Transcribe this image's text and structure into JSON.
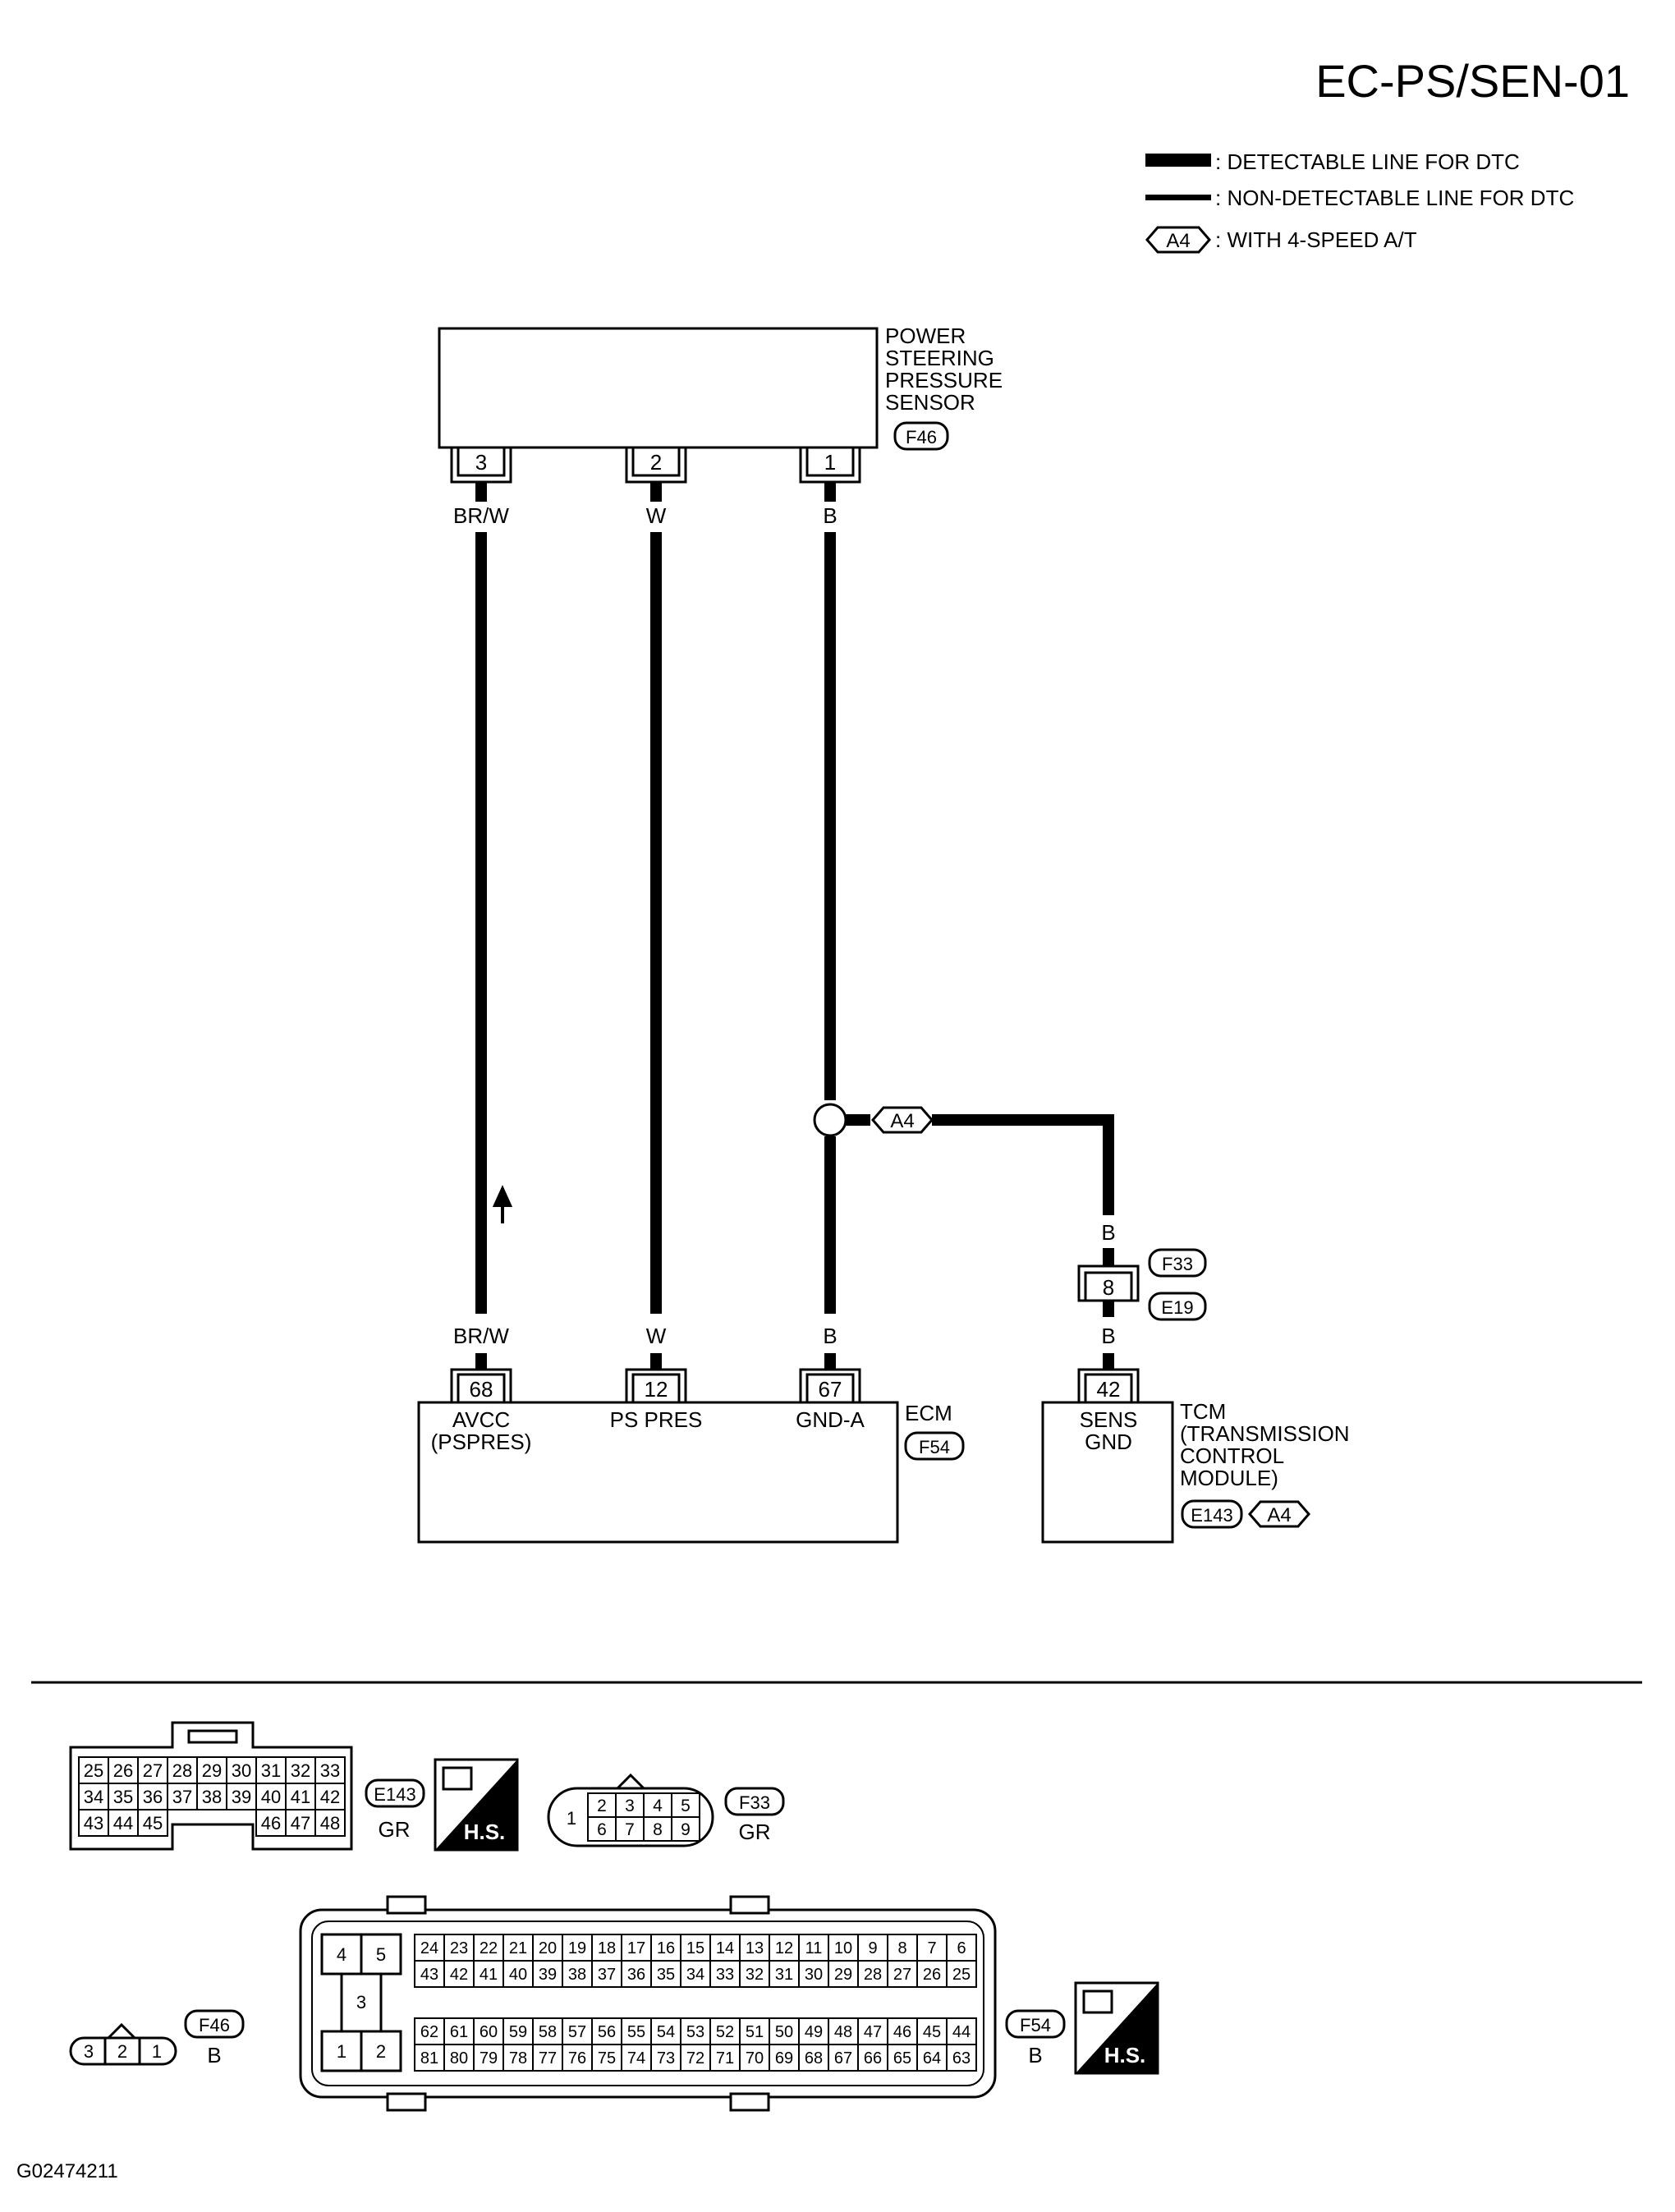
{
  "page_title": "EC-PS/SEN-01",
  "figure_id": "G02474211",
  "legend": {
    "detectable": ": DETECTABLE LINE FOR DTC",
    "non_detectable": ": NON-DETECTABLE LINE FOR DTC",
    "option_tag": "A4",
    "option_text": ": WITH 4-SPEED A/T"
  },
  "sensor": {
    "name_lines": [
      "POWER",
      "STEERING",
      "PRESSURE",
      "SENSOR"
    ],
    "connector": "F46",
    "pins": [
      "3",
      "2",
      "1"
    ]
  },
  "wires": {
    "top_colors": [
      "BR/W",
      "W",
      "B"
    ],
    "bottom_colors": [
      "BR/W",
      "W",
      "B"
    ],
    "branch_tag": "A4",
    "joint_color_top": "B",
    "joint_color_bottom": "B"
  },
  "joint_connector": {
    "pin": "8",
    "top_connector": "F33",
    "bottom_connector": "E19"
  },
  "ecm": {
    "name": "ECM",
    "connector": "F54",
    "pins": [
      "68",
      "12",
      "67"
    ],
    "terminal_labels": [
      "AVCC",
      "(PSPRES)",
      "PS PRES",
      "GND-A"
    ]
  },
  "tcm": {
    "name_lines": [
      "TCM",
      "(TRANSMISSION",
      "CONTROL",
      "MODULE)"
    ],
    "connector": "E143",
    "option_tag": "A4",
    "pin": "42",
    "terminal_labels": [
      "SENS",
      "GND"
    ]
  },
  "connector_views": {
    "e143": {
      "id": "E143",
      "color": "GR",
      "row1": [
        "25",
        "26",
        "27",
        "28",
        "29",
        "30",
        "31",
        "32",
        "33"
      ],
      "row2": [
        "34",
        "35",
        "36",
        "37",
        "38",
        "39",
        "40",
        "41",
        "42"
      ],
      "row3_left": [
        "43",
        "44",
        "45"
      ],
      "row3_right": [
        "46",
        "47",
        "48"
      ]
    },
    "f33": {
      "id": "F33",
      "color": "GR",
      "single": "1",
      "top": [
        "2",
        "3",
        "4",
        "5"
      ],
      "bottom": [
        "6",
        "7",
        "8",
        "9"
      ]
    },
    "f46": {
      "id": "F46",
      "color": "B",
      "pins": [
        "3",
        "2",
        "1"
      ]
    },
    "f54": {
      "id": "F54",
      "color": "B",
      "left_blocks": [
        "4",
        "5",
        "3",
        "1",
        "2"
      ],
      "row1": [
        "24",
        "23",
        "22",
        "21",
        "20",
        "19",
        "18",
        "17",
        "16",
        "15",
        "14",
        "13",
        "12",
        "11",
        "10",
        "9",
        "8",
        "7",
        "6"
      ],
      "row2": [
        "43",
        "42",
        "41",
        "40",
        "39",
        "38",
        "37",
        "36",
        "35",
        "34",
        "33",
        "32",
        "31",
        "30",
        "29",
        "28",
        "27",
        "26",
        "25"
      ],
      "row3": [
        "62",
        "61",
        "60",
        "59",
        "58",
        "57",
        "56",
        "55",
        "54",
        "53",
        "52",
        "51",
        "50",
        "49",
        "48",
        "47",
        "46",
        "45",
        "44"
      ],
      "row4": [
        "81",
        "80",
        "79",
        "78",
        "77",
        "76",
        "75",
        "74",
        "73",
        "72",
        "71",
        "70",
        "69",
        "68",
        "67",
        "66",
        "65",
        "64",
        "63"
      ]
    },
    "hs_label": "H.S."
  },
  "colors": {
    "line": "#000000",
    "background": "#ffffff"
  }
}
